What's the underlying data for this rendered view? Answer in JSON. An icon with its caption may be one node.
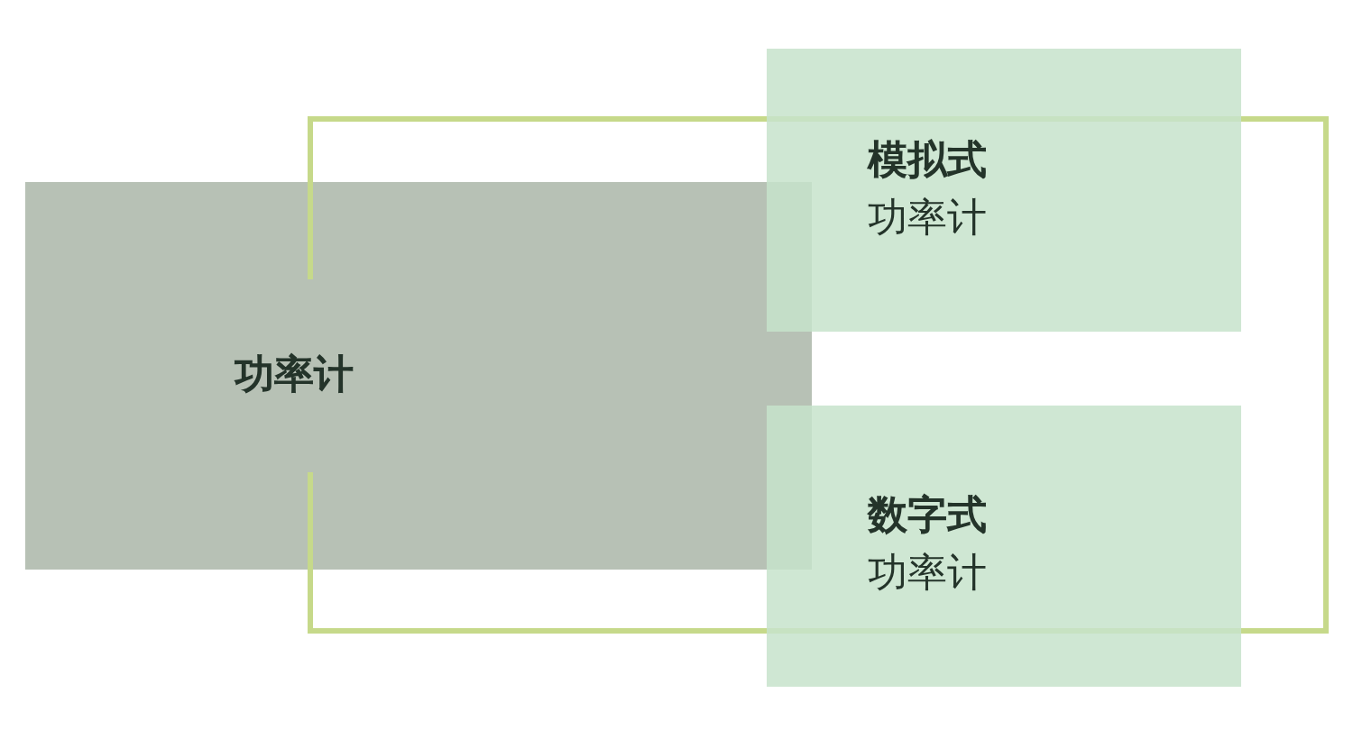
{
  "diagram": {
    "nodes": [
      {
        "text": [
          "功率计"
        ]
      },
      {
        "text": [
          "模拟式",
          "功率计"
        ]
      },
      {
        "text": [
          "数字式",
          "功率计"
        ]
      }
    ]
  }
}
